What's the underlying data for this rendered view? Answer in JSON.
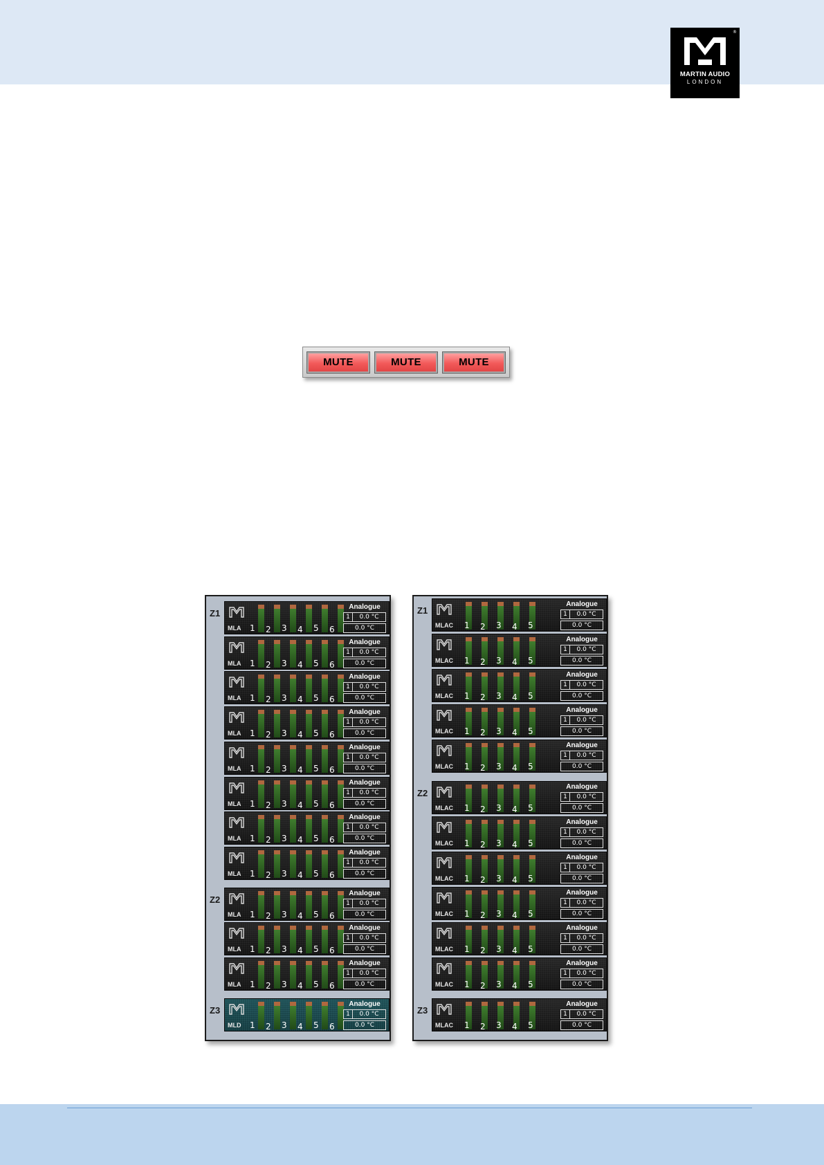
{
  "logo": {
    "brand": "MARTIN AUDIO",
    "city": "LONDON",
    "reg": "®"
  },
  "mute_buttons": [
    "MUTE",
    "MUTE",
    "MUTE"
  ],
  "panels": [
    {
      "zones": [
        {
          "label": "Z1",
          "units": [
            "MLA",
            "MLA",
            "MLA",
            "MLA",
            "MLA",
            "MLA",
            "MLA",
            "MLA"
          ]
        },
        {
          "label": "Z2",
          "units": [
            "MLA",
            "MLA",
            "MLA"
          ]
        },
        {
          "label": "Z3",
          "units": [
            "MLD"
          ]
        }
      ],
      "channels": [
        "1",
        "2",
        "3",
        "4",
        "5",
        "6"
      ]
    },
    {
      "zones": [
        {
          "label": "Z1",
          "units": [
            "MLAC",
            "MLAC",
            "MLAC",
            "MLAC",
            "MLAC"
          ]
        },
        {
          "label": "Z2",
          "units": [
            "MLAC",
            "MLAC",
            "MLAC",
            "MLAC",
            "MLAC",
            "MLAC"
          ]
        },
        {
          "label": "Z3",
          "units": [
            "MLAC"
          ]
        }
      ],
      "channels": [
        "1",
        "2",
        "3",
        "4",
        "5"
      ]
    }
  ],
  "unit_status": {
    "input_label": "Analogue",
    "channel": "1",
    "temp_1": "0.0 °C",
    "temp_2": "0.0 °C"
  },
  "colors": {
    "header": "#dde8f5",
    "footer": "#bcd5ee",
    "mute_red": "#f25a5a",
    "panel": "#b7bfca"
  }
}
